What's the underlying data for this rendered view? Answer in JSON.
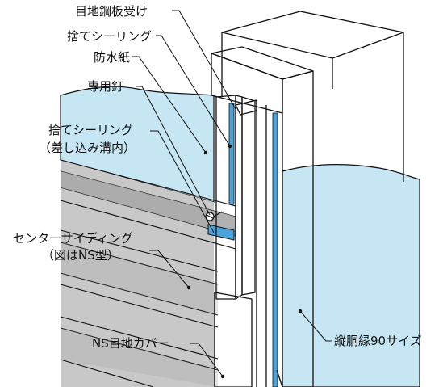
{
  "labels": {
    "joint_receiver": "目地鋼板受け",
    "backing_sealing": "捨てシーリング",
    "waterproof_paper": "防水紙",
    "dedicated_nail": "専用釘",
    "backing_sealing_groove": "捨てシーリング",
    "backing_sealing_groove_note": "（差し込み溝内）",
    "center_siding": "センターサイディング",
    "center_siding_note": "（図はNS型）",
    "ns_joint_cover": "NS目地カバー",
    "vertical_trim": "縦胴縁90サイズ"
  },
  "colors": {
    "waterproof_paper": "#c6e6f4",
    "siding": "#c8c8c8",
    "groove": "#a9a9a9",
    "sealant": "#4ba3d9",
    "outline": "#111111",
    "trim": "#ffffff"
  }
}
